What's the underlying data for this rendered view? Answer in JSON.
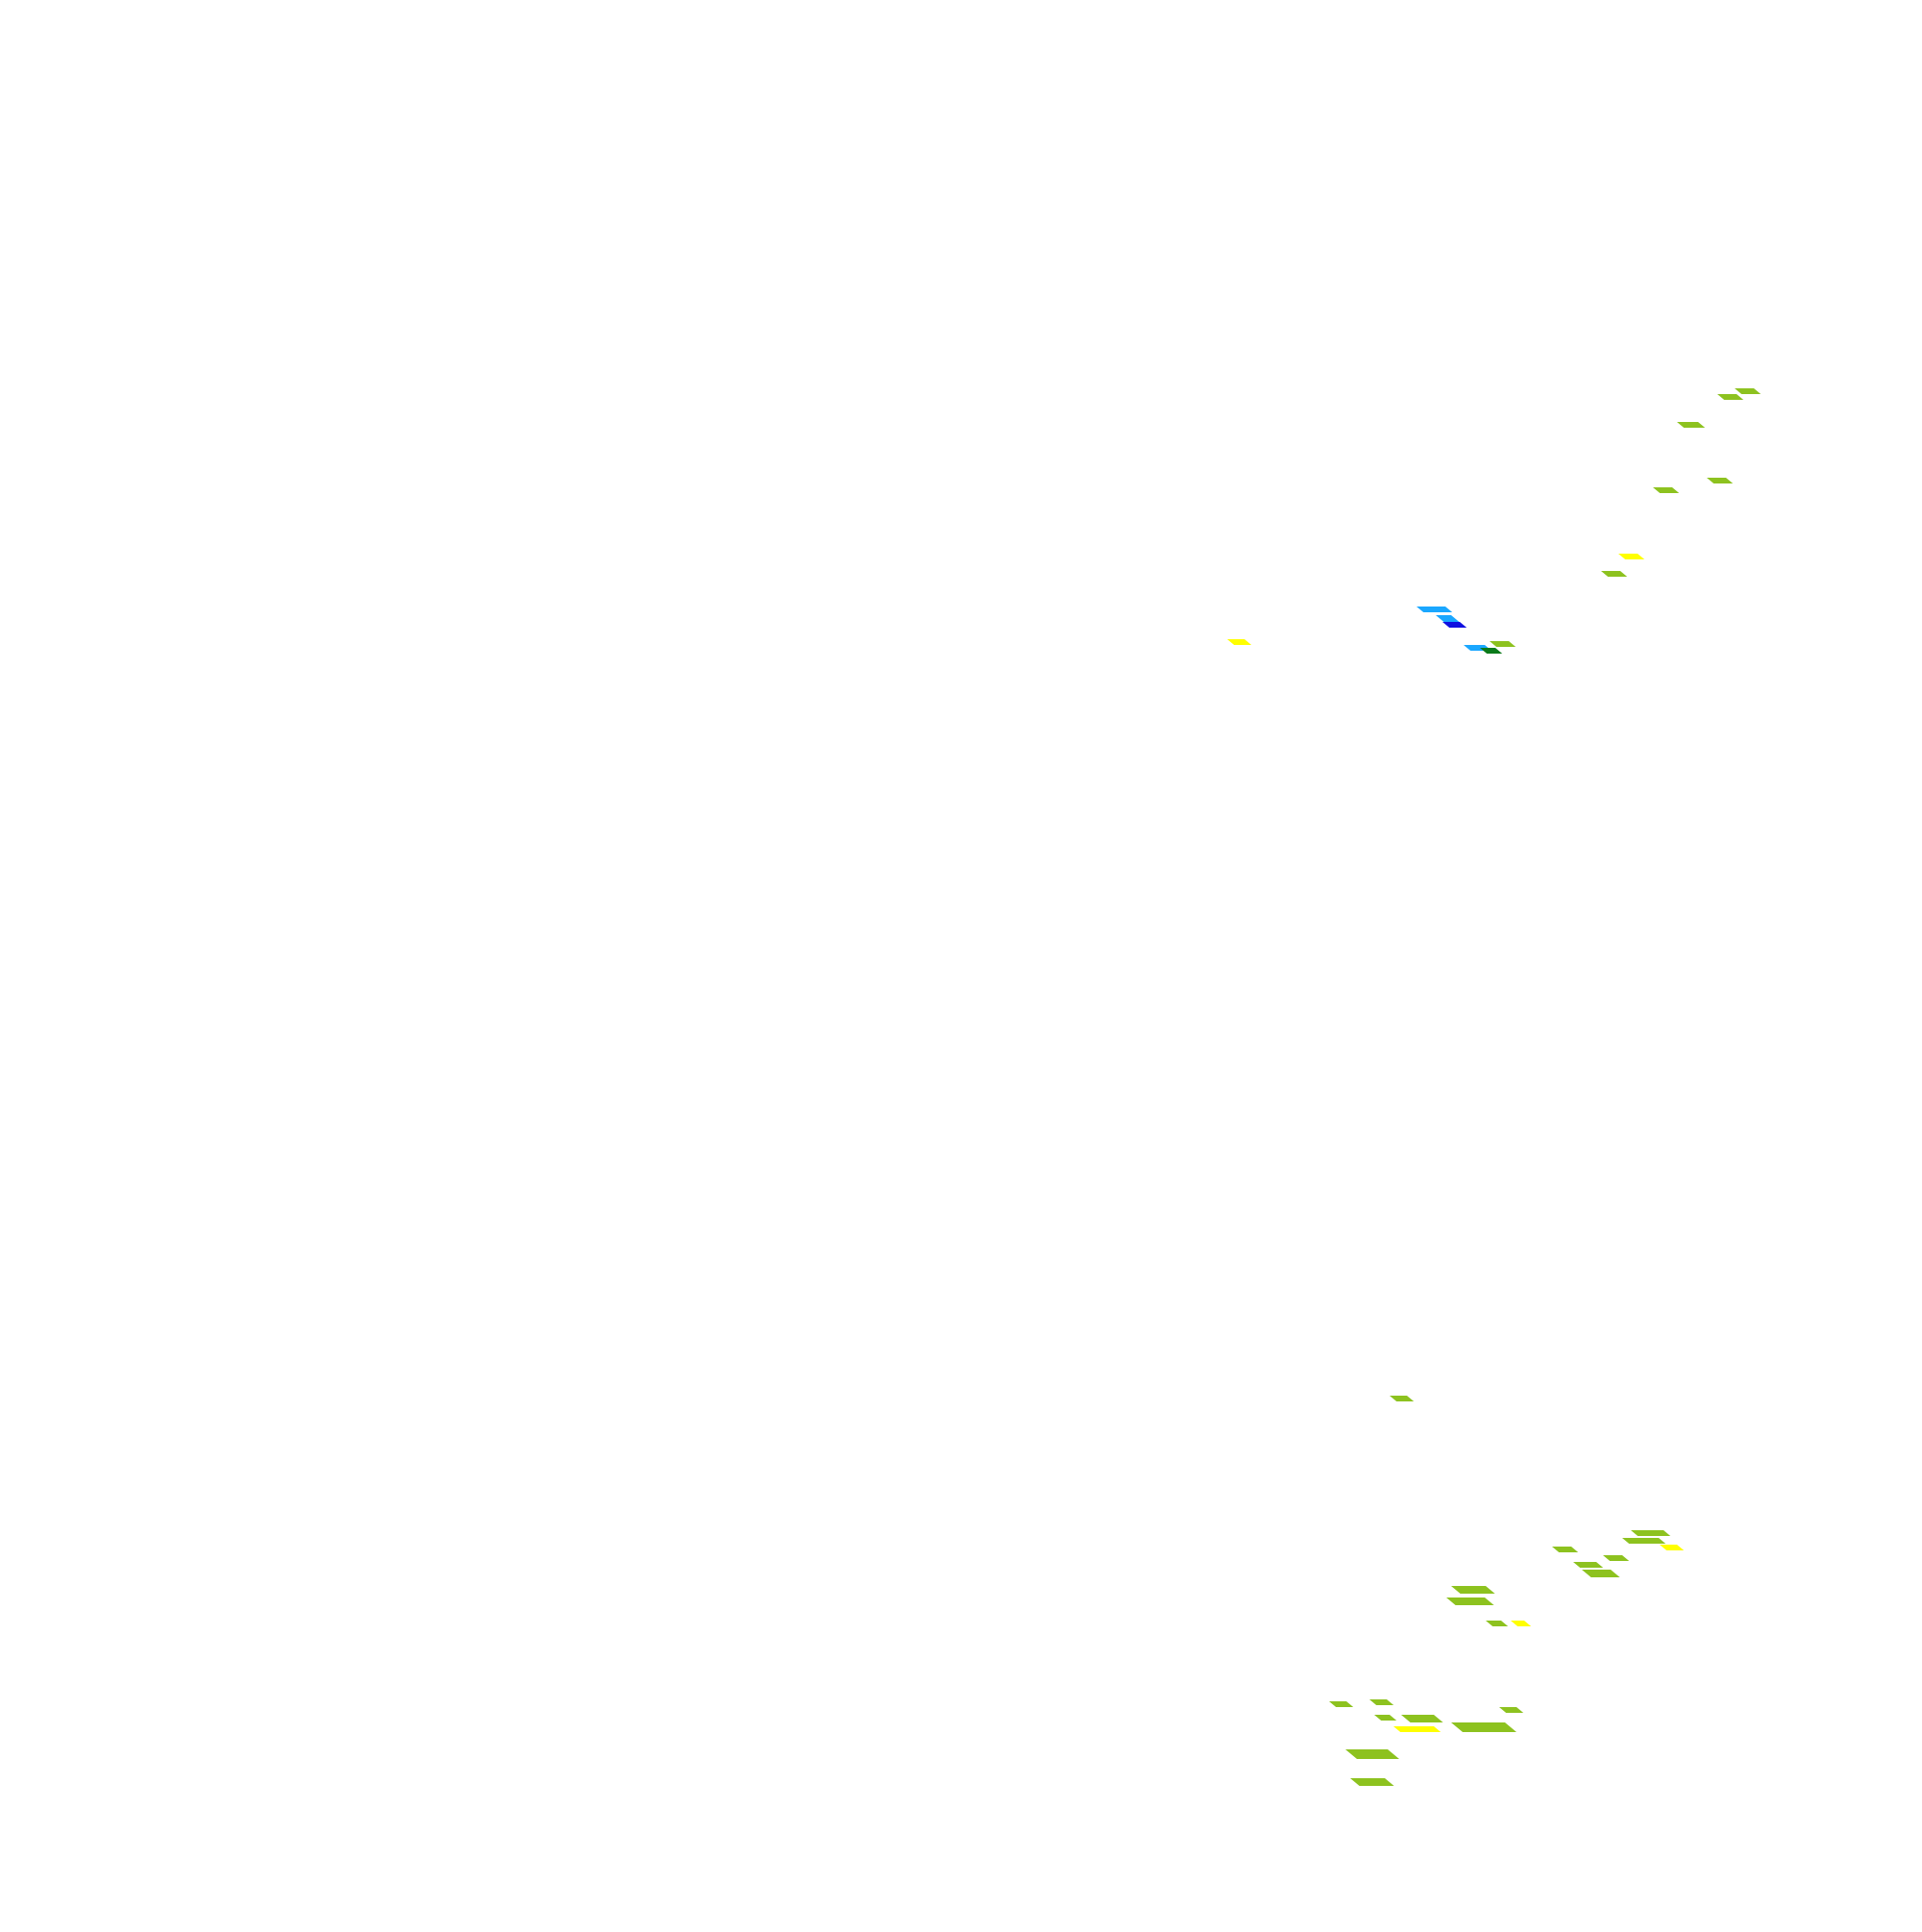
{
  "map": {
    "background": "#ffffff",
    "palette": {
      "light-green": "#8dc21f",
      "yellow": "#ffff00",
      "sky-blue": "#1aa7ff",
      "blue": "#1010e0",
      "dark-green": "#0a7a1a"
    },
    "cells": [
      {
        "color": "light-green"
      },
      {
        "color": "light-green"
      },
      {
        "color": "light-green"
      },
      {
        "color": "light-green"
      },
      {
        "color": "light-green"
      },
      {
        "color": "yellow"
      },
      {
        "color": "light-green"
      },
      {
        "color": "yellow"
      },
      {
        "color": "sky-blue"
      },
      {
        "color": "sky-blue"
      },
      {
        "color": "blue"
      },
      {
        "color": "sky-blue"
      },
      {
        "color": "dark-green"
      },
      {
        "color": "light-green"
      },
      {
        "color": "light-green"
      },
      {
        "color": "light-green"
      },
      {
        "color": "light-green"
      },
      {
        "color": "yellow"
      },
      {
        "color": "light-green"
      },
      {
        "color": "light-green"
      },
      {
        "color": "light-green"
      },
      {
        "color": "light-green"
      },
      {
        "color": "light-green"
      },
      {
        "color": "light-green"
      },
      {
        "color": "yellow"
      },
      {
        "color": "light-green"
      },
      {
        "color": "light-green"
      },
      {
        "color": "light-green"
      },
      {
        "color": "light-green"
      },
      {
        "color": "light-green"
      },
      {
        "color": "yellow"
      },
      {
        "color": "light-green"
      },
      {
        "color": "light-green"
      },
      {
        "color": "light-green"
      },
      {
        "color": "light-green"
      }
    ]
  }
}
